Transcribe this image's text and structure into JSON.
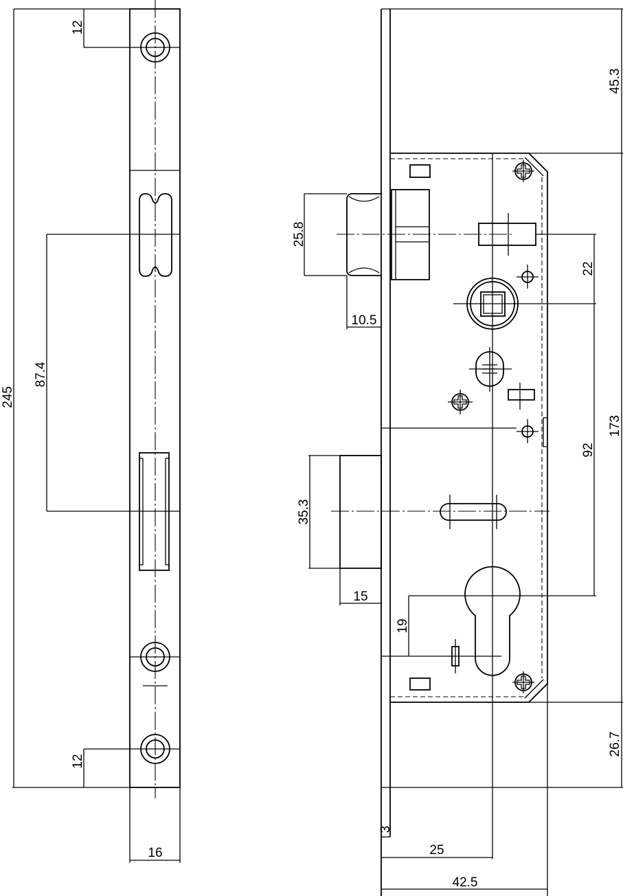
{
  "front_view": {
    "dimensions": {
      "top_screw_offset": "12",
      "overall_height": "245",
      "latch_to_bolt_spacing": "87.4",
      "bottom_screw_offset": "12",
      "faceplate_width": "16"
    }
  },
  "side_view": {
    "dimensions": {
      "latch_height": "25.8",
      "latch_projection": "10.5",
      "bolt_height": "35.3",
      "bolt_projection": "15",
      "cylinder_offset": "19",
      "faceplate_thickness": "3",
      "backset": "25",
      "case_depth": "42.5",
      "case_top_offset": "45.3",
      "latch_to_spindle": "22",
      "case_height": "173",
      "spindle_to_cylinder": "92",
      "case_bottom_offset": "26.7"
    }
  }
}
